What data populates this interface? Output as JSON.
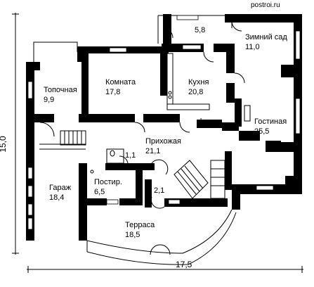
{
  "watermark": "postroi.ru",
  "dimensions": {
    "width": "17,5",
    "height": "15,0"
  },
  "rooms": {
    "topochnaya": {
      "name": "Топочная",
      "area": "9,9"
    },
    "komnata": {
      "name": "Комната",
      "area": "17,8"
    },
    "kukhnya": {
      "name": "Кухня",
      "area": "20,8"
    },
    "zimniy_sad": {
      "name": "Зимний сад",
      "area": "11,0"
    },
    "small_top": {
      "area": "5,8"
    },
    "gostinaya": {
      "name": "Гостиная",
      "area": "25,5"
    },
    "prikhozhaya": {
      "name": "Прихожая",
      "area": "21,1"
    },
    "wc": {
      "area": "1,1"
    },
    "postir": {
      "name": "Постир.",
      "area": "6,5"
    },
    "closet": {
      "area": "2,1"
    },
    "garazh": {
      "name": "Гараж",
      "area": "18,4"
    },
    "terrasa": {
      "name": "Терраса",
      "area": "18,5"
    }
  }
}
